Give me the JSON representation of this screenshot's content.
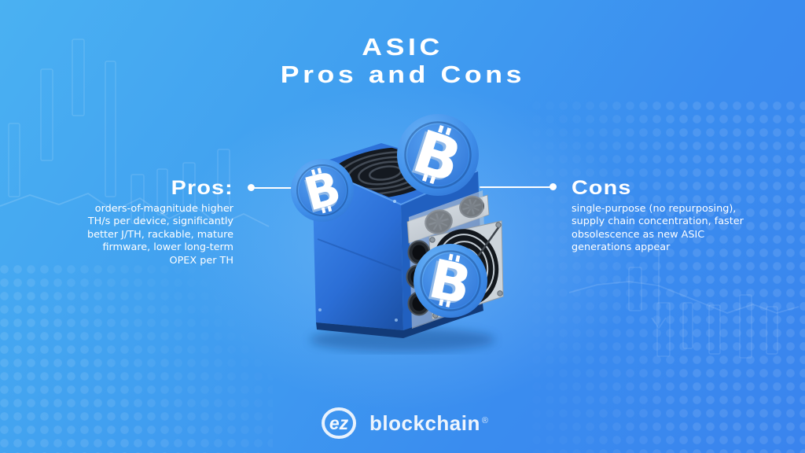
{
  "title": {
    "line1": "ASIC",
    "line2": "Pros and Cons"
  },
  "pros": {
    "heading": "Pros:",
    "lines": [
      "orders-of-magnitude higher",
      "TH/s per device, significantly",
      "better J/TH, rackable, mature",
      "firmware, lower long-term",
      "OPEX per TH"
    ]
  },
  "cons": {
    "heading": "Cons",
    "lines": [
      "single-purpose (no repurposing),",
      "supply chain concentration, faster",
      "obsolescence as new ASIC",
      "generations appear"
    ]
  },
  "illustration": {
    "name": "3d-asic-miner-with-bitcoin-coins",
    "coin_symbol": "B"
  },
  "logo": {
    "mark": "ez",
    "name": "blockchain",
    "registered": "®"
  },
  "colors": {
    "bg_top_left": "#4ab1f2",
    "bg_bottom_right": "#3a84ee",
    "text": "#ffffff",
    "coin_blue": "#3e8de9",
    "miner_blue": "#2e72d9",
    "panel_gray": "#ccd4db"
  }
}
